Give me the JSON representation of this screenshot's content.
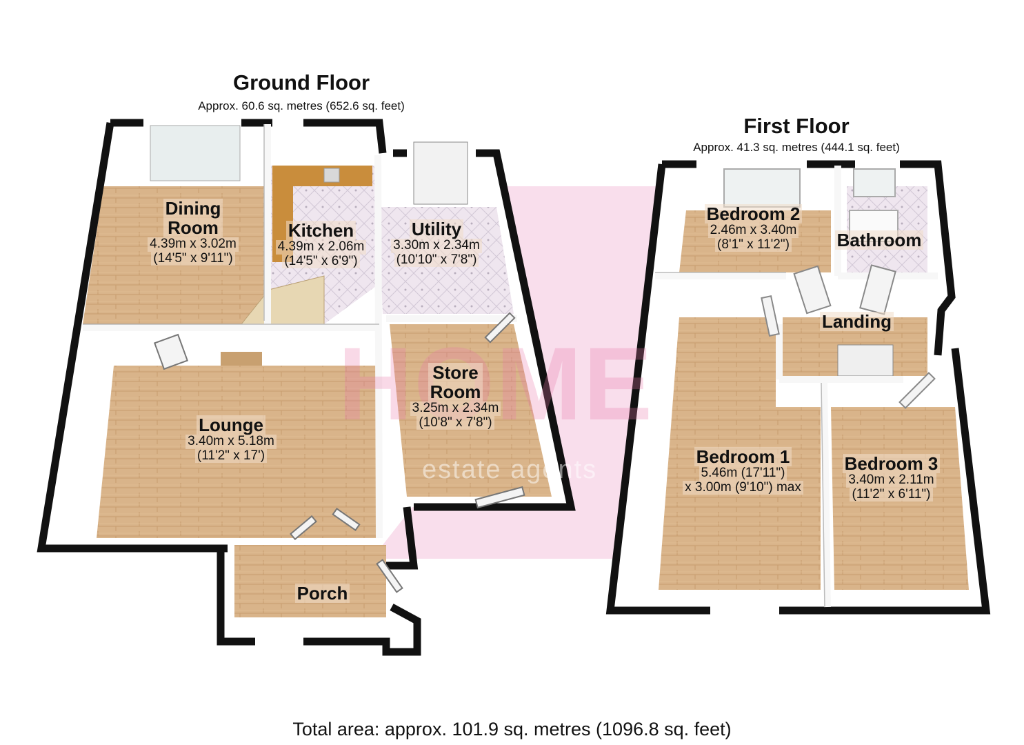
{
  "ground_floor": {
    "title": "Ground Floor",
    "area": "Approx. 60.6 sq. metres (652.6 sq. feet)",
    "rooms": [
      {
        "name": "Dining\nRoom",
        "dim1": "4.39m x 3.02m",
        "dim2": "(14'5\" x 9'11\")"
      },
      {
        "name": "Kitchen",
        "dim1": "4.39m x 2.06m",
        "dim2": "(14'5\" x 6'9\")"
      },
      {
        "name": "Utility",
        "dim1": "3.30m x 2.34m",
        "dim2": "(10'10\" x 7'8\")"
      },
      {
        "name": "Store\nRoom",
        "dim1": "3.25m x 2.34m",
        "dim2": "(10'8\" x 7'8\")"
      },
      {
        "name": "Lounge",
        "dim1": "3.40m x 5.18m",
        "dim2": "(11'2\" x 17')"
      },
      {
        "name": "Porch",
        "dim1": "",
        "dim2": ""
      }
    ]
  },
  "first_floor": {
    "title": "First Floor",
    "area": "Approx. 41.3 sq. metres (444.1 sq. feet)",
    "rooms": [
      {
        "name": "Bedroom 2",
        "dim1": "2.46m x 3.40m",
        "dim2": "(8'1\" x 11'2\")"
      },
      {
        "name": "Bathroom",
        "dim1": "",
        "dim2": ""
      },
      {
        "name": "Landing",
        "dim1": "",
        "dim2": ""
      },
      {
        "name": "Bedroom 1",
        "dim1": "5.46m (17'11\")",
        "dim2": "x 3.00m (9'10\") max"
      },
      {
        "name": "Bedroom 3",
        "dim1": "3.40m x 2.11m",
        "dim2": "(11'2\" x 6'11\")"
      }
    ]
  },
  "watermark": {
    "brand": "HOME",
    "tagline": "estate agents"
  },
  "total_area": "Total area: approx. 101.9 sq. metres (1096.8 sq. feet)",
  "colors": {
    "wall": "#111111",
    "floor_wood": "#d9b48a",
    "tile": "#ece4ef",
    "watermark": "#f2b8d4"
  }
}
